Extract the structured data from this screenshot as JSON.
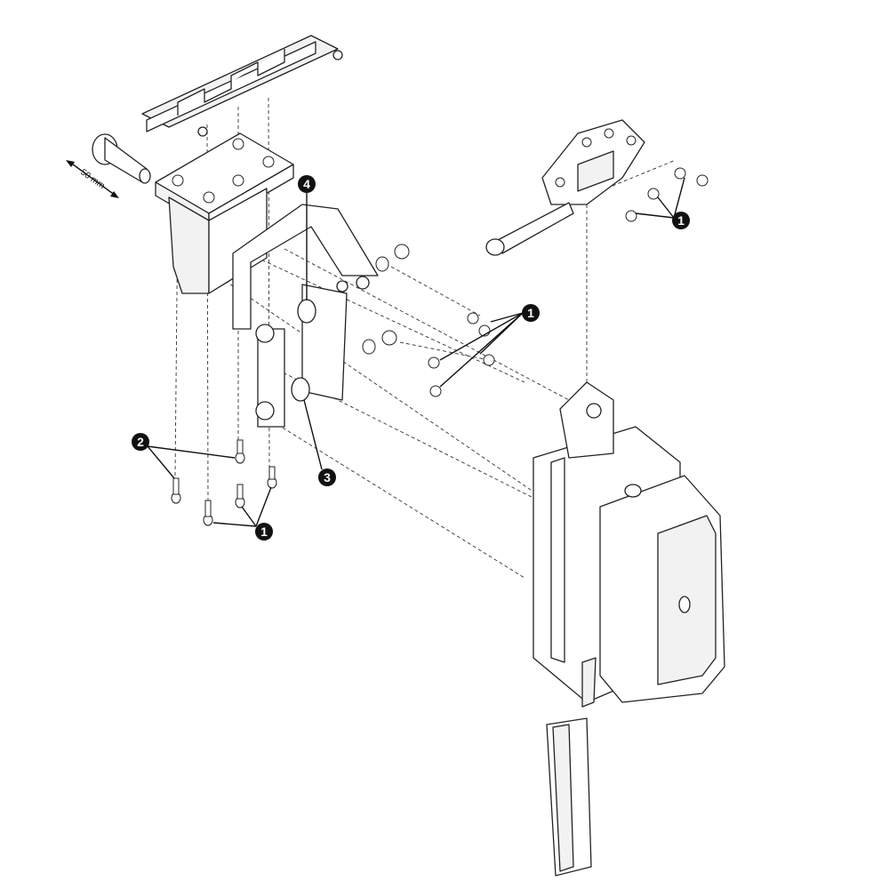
{
  "dimension_label": "50 mm",
  "callouts": {
    "screws_right_group": "1",
    "screws_top_right": "1",
    "screws_bottom": "1",
    "bolts_bottom_left": "2",
    "lower_pin": "3",
    "upper_pin": "4"
  }
}
